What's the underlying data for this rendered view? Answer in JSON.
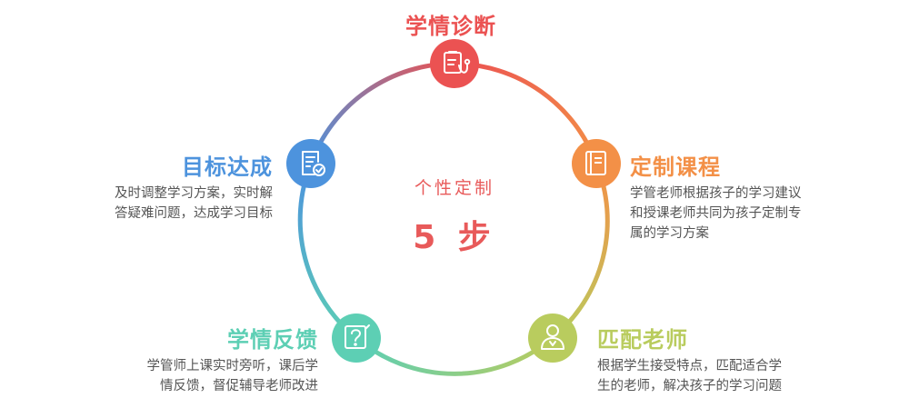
{
  "center": {
    "title": "个性定制",
    "number": "5 步"
  },
  "colors": {
    "red": "#eb5252",
    "orange": "#f39047",
    "green": "#b9cc5e",
    "teal": "#5dcfb4",
    "blue": "#4d93dd",
    "center_text": "#e85a5a"
  },
  "steps": [
    {
      "title": "学情诊断",
      "desc": [],
      "icon": "diagnosis-clipboard-icon",
      "color": "#eb5252"
    },
    {
      "title": "定制课程",
      "desc": [
        "学管老师根据孩子的学习建议",
        "和授课老师共同为孩子定制专",
        "属的学习方案"
      ],
      "icon": "book-icon",
      "color": "#f39047"
    },
    {
      "title": "匹配老师",
      "desc": [
        "根据学生接受特点，匹配适合学",
        "生的老师，解决孩子的学习问题"
      ],
      "icon": "teacher-icon",
      "color": "#b9cc5e"
    },
    {
      "title": "学情反馈",
      "desc": [
        "学管师上课实时旁听，课后学",
        "情反馈，督促辅导老师改进"
      ],
      "icon": "question-card-icon",
      "color": "#5dcfb4"
    },
    {
      "title": "目标达成",
      "desc": [
        "及时调整学习方案，实时解",
        "答疑难问题，达成学习目标"
      ],
      "icon": "checklist-icon",
      "color": "#4d93dd"
    }
  ]
}
